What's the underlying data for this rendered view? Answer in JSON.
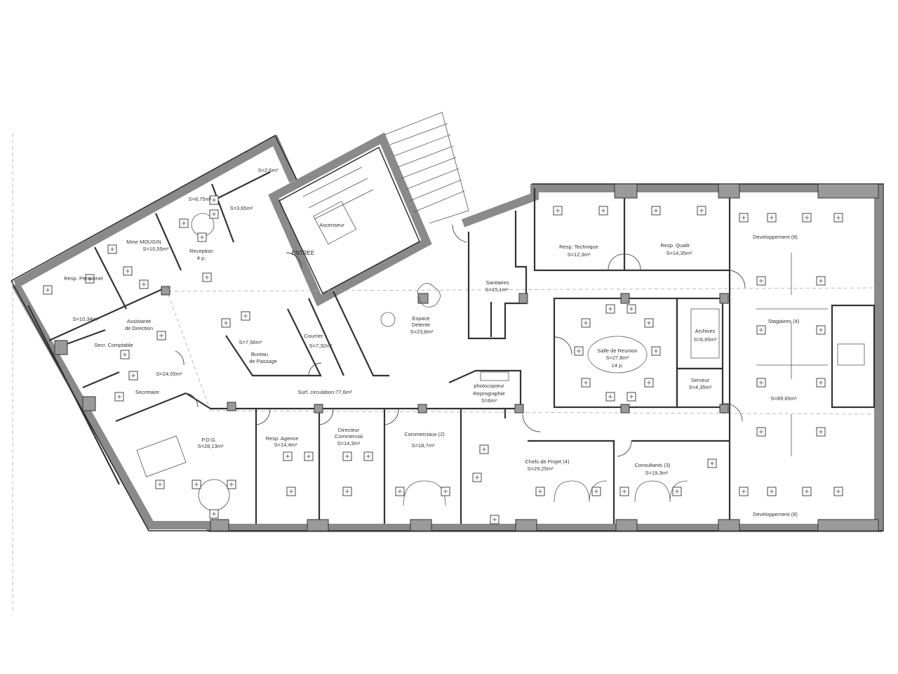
{
  "plan": {
    "entrance": "ENTREE",
    "elevator": "Ascenseur",
    "circulation": "Surf. circulation:77,6m²",
    "rooms": {
      "mme_mougin": {
        "name": "Mme MOUGIN",
        "area": "S=10,55m²"
      },
      "reception": {
        "name": "Reception",
        "capacity": "4 p.",
        "area": "S=8,75m²"
      },
      "small_a": {
        "area": "S=3,65m²"
      },
      "small_b": {
        "area": "S=2,6m²"
      },
      "resp_personnel": {
        "name": "Resp. Personnel",
        "area": "S=10,34m²"
      },
      "assistante": {
        "name1": "Assistante",
        "name2": "de Direction"
      },
      "secr_comptable": {
        "name": "Secr. Comptable"
      },
      "secretariat": {
        "area": "S=24,05m²"
      },
      "secretaire": {
        "name": "Secretaire"
      },
      "pdg": {
        "name": "P.D.G.",
        "area": "S=28,13m²"
      },
      "bureau_passage": {
        "name1": "Bureau",
        "name2": "de Passage",
        "area": "S=7,56m²"
      },
      "courrier": {
        "name": "Courrier",
        "area": "S=7,32m²"
      },
      "espace_detente": {
        "name1": "Espace",
        "name2": "Detente",
        "area": "S=23,8m²"
      },
      "sanitaires": {
        "name": "Sanitaires",
        "area": "S=15,1m²"
      },
      "reprographie": {
        "name1": "photocopieur",
        "name2": "Reprographie",
        "area": "S=6m²"
      },
      "resp_agence": {
        "name": "Resp. Agence",
        "area": "S=14,4m²"
      },
      "directeur_commercial": {
        "name1": "Directeur",
        "name2": "Commercial",
        "area": "S=14,3m²"
      },
      "commerciaux": {
        "name": "Commerciaux (2)",
        "area": "S=18,7m²"
      },
      "chefs_projet": {
        "name": "Chefs de Projet (4)",
        "area": "S=29,25m²"
      },
      "consultants": {
        "name": "Consultants (3)",
        "area": "S=19,3m²"
      },
      "resp_technique": {
        "name": "Resp. Technique",
        "area": "S=12,3m²"
      },
      "resp_qualit": {
        "name": "Resp. Qualit",
        "area": "S=14,35m²"
      },
      "developpement_top": {
        "name": "Developpement (8)"
      },
      "salle_reunion": {
        "name": "Salle de Reunion",
        "area": "S=27,8m²",
        "capacity": "14 p."
      },
      "archives": {
        "name": "Archives",
        "area": "S=6,65m²"
      },
      "serveur": {
        "name": "Serveur",
        "area": "S=4,35m²"
      },
      "stagiaires": {
        "name": "Stagiaires (4)"
      },
      "open_space": {
        "area": "S=89,65m²"
      },
      "developpement_bottom": {
        "name": "Developpement (8)"
      }
    },
    "colors": {
      "wall": "#8a8a8a",
      "line": "#333333",
      "background": "#ffffff"
    }
  }
}
